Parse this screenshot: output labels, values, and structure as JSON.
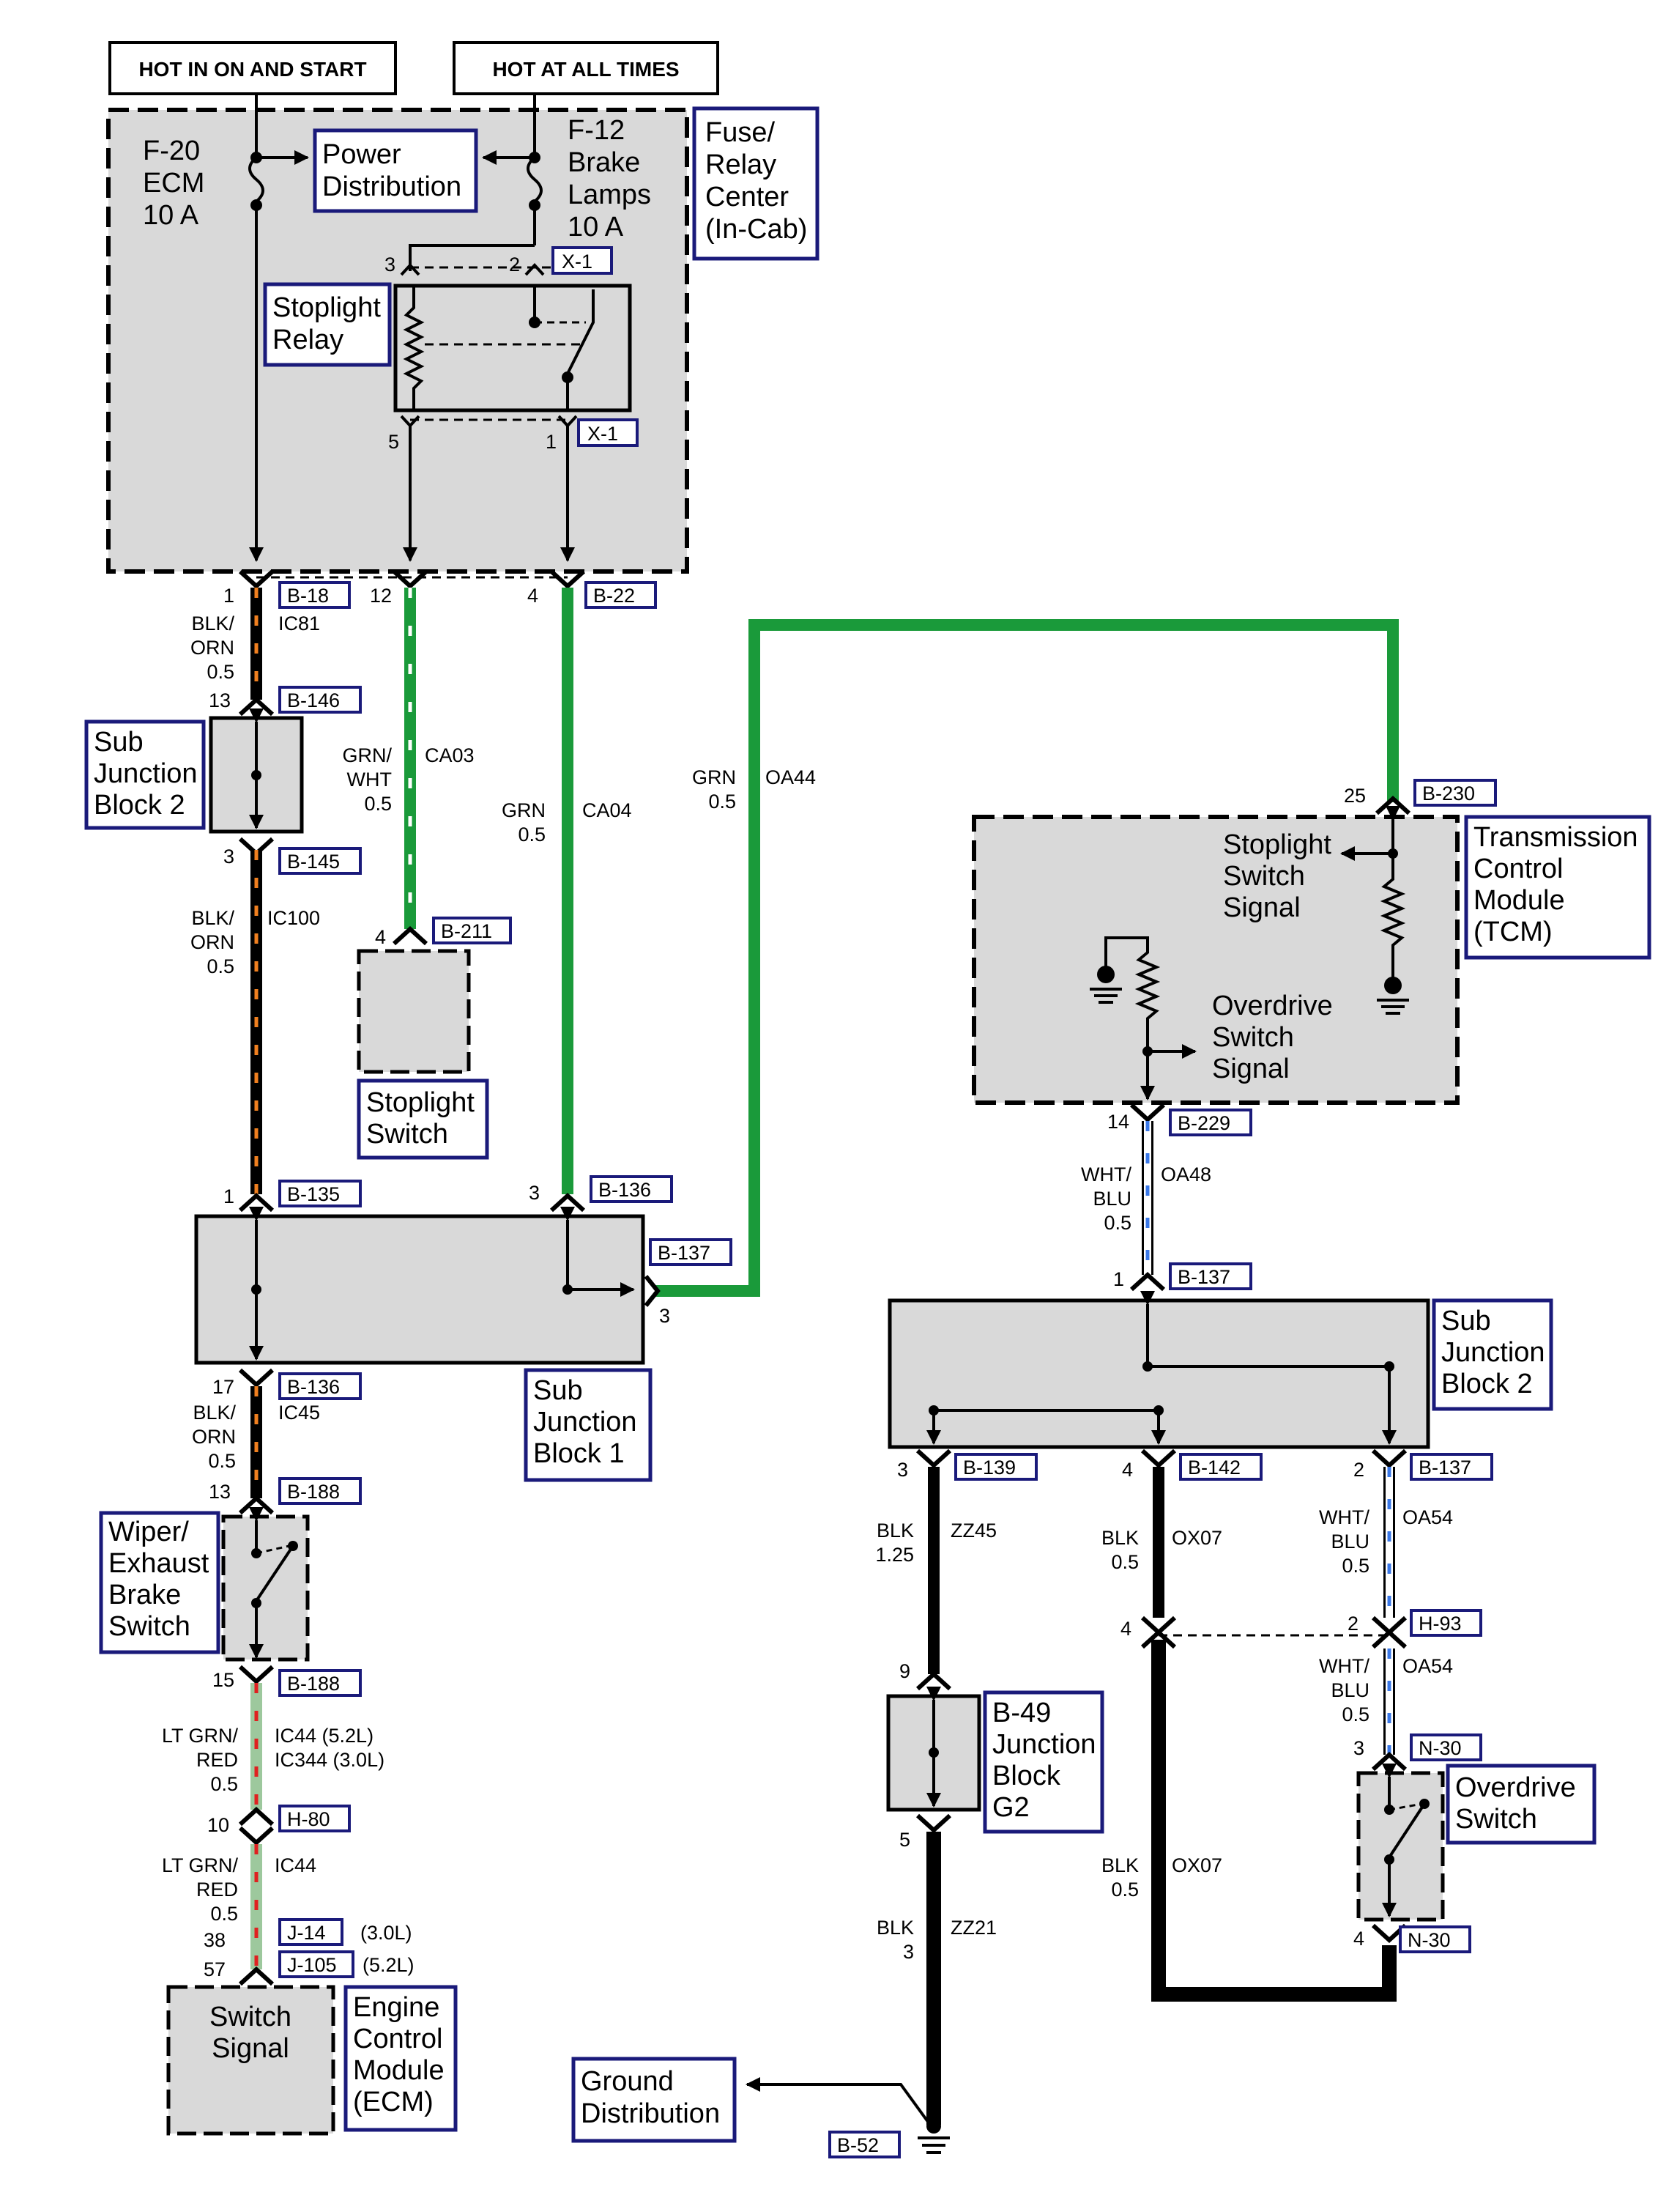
{
  "colors": {
    "module_fill": "#d9d9d9",
    "label_border": "#1a1a7a",
    "grn": "#1a9a3a",
    "orn": "#f08020",
    "blu": "#3a78e8",
    "red": "#e02020",
    "lt_grn": "#9dc89d",
    "blk": "#000000",
    "wht": "#ffffff"
  },
  "headers": {
    "hot_on_start": "HOT IN ON AND START",
    "hot_all_times": "HOT AT ALL TIMES"
  },
  "fuse_center": {
    "f20": [
      "F-20",
      "ECM",
      "10 A"
    ],
    "f12": [
      "F-12",
      "Brake",
      "Lamps",
      "10 A"
    ],
    "title": [
      "Fuse/",
      "Relay",
      "Center",
      "(In-Cab)"
    ],
    "power_dist": [
      "Power",
      "Distribution"
    ],
    "relay": [
      "Stoplight",
      "Relay"
    ],
    "x1_top": "X-1",
    "x1_bottom": "X-1",
    "pin_3": "3",
    "pin_2": "2",
    "pin_5": "5",
    "pin_1": "1"
  },
  "connectors": {
    "b18": "B-18",
    "b22": "B-22",
    "b146": "B-146",
    "b145": "B-145",
    "b211": "B-211",
    "b135": "B-135",
    "b136_top": "B-136",
    "b137_sj1": "B-137",
    "b136_bot": "B-136",
    "b188_top": "B-188",
    "b188_bot": "B-188",
    "h80": "H-80",
    "j14": "J-14",
    "j105": "J-105",
    "b230": "B-230",
    "b229": "B-229",
    "b137_sj2": "B-137",
    "b139": "B-139",
    "b142": "B-142",
    "b137_out": "B-137",
    "h93": "H-93",
    "n30_top": "N-30",
    "n30_bot": "N-30",
    "b52": "B-52"
  },
  "pins": {
    "p1": "1",
    "p12": "12",
    "p4": "4",
    "p13": "13",
    "p3": "3",
    "p4_211": "4",
    "p1_135": "1",
    "p3_136": "3",
    "p3_137": "3",
    "p17": "17",
    "p13_188": "13",
    "p15": "15",
    "p10": "10",
    "p38": "38",
    "p57": "57",
    "p25": "25",
    "p14": "14",
    "p1_137": "1",
    "p3_139": "3",
    "p4_142": "4",
    "p2_137": "2",
    "p9": "9",
    "p5": "5",
    "p4_mid": "4",
    "p2_h93": "2",
    "p3_n30": "3",
    "p4_n30": "4"
  },
  "wires": {
    "ic81": [
      "BLK/",
      "ORN",
      "0.5"
    ],
    "ic81_id": "IC81",
    "ca03": [
      "GRN/",
      "WHT",
      "0.5"
    ],
    "ca03_id": "CA03",
    "ca04": [
      "GRN",
      "0.5"
    ],
    "ca04_id": "CA04",
    "oa44": [
      "GRN",
      "0.5"
    ],
    "oa44_id": "OA44",
    "ic100": [
      "BLK/",
      "ORN",
      "0.5"
    ],
    "ic100_id": "IC100",
    "ic45": [
      "BLK/",
      "ORN",
      "0.5"
    ],
    "ic45_id": "IC45",
    "ic44a": [
      "LT GRN/",
      "RED",
      "0.5"
    ],
    "ic44a_id": [
      "IC44 (5.2L)",
      "IC344 (3.0L)"
    ],
    "ic44b": [
      "LT GRN/",
      "RED",
      "0.5"
    ],
    "ic44b_id": "IC44",
    "oa48": [
      "WHT/",
      "BLU",
      "0.5"
    ],
    "oa48_id": "OA48",
    "zz45": [
      "BLK",
      "1.25"
    ],
    "zz45_id": "ZZ45",
    "ox07a": [
      "BLK",
      "0.5"
    ],
    "ox07a_id": "OX07",
    "oa54a": [
      "WHT/",
      "BLU",
      "0.5"
    ],
    "oa54a_id": "OA54",
    "oa54b": [
      "WHT/",
      "BLU",
      "0.5"
    ],
    "oa54b_id": "OA54",
    "ox07b": [
      "BLK",
      "0.5"
    ],
    "ox07b_id": "OX07",
    "zz21": [
      "BLK",
      "3"
    ],
    "zz21_id": "ZZ21"
  },
  "engine_notes": {
    "j14": "(3.0L)",
    "j105": "(5.2L)"
  },
  "components": {
    "sjb2_left": [
      "Sub",
      "Junction",
      "Block 2"
    ],
    "stoplight_switch": [
      "Stoplight",
      "Switch"
    ],
    "sjb1": [
      "Sub",
      "Junction",
      "Block 1"
    ],
    "wiper": [
      "Wiper/",
      "Exhaust",
      "Brake",
      "Switch"
    ],
    "ecm_inner": [
      "Switch",
      "Signal"
    ],
    "ecm": [
      "Engine",
      "Control",
      "Module",
      "(ECM)"
    ],
    "tcm": [
      "Transmission",
      "Control",
      "Module",
      "(TCM)"
    ],
    "tcm_stoplight": [
      "Stoplight",
      "Switch",
      "Signal"
    ],
    "tcm_overdrive": [
      "Overdrive",
      "Switch",
      "Signal"
    ],
    "sjb2_right": [
      "Sub",
      "Junction",
      "Block 2"
    ],
    "b49": [
      "B-49",
      "Junction",
      "Block",
      "G2"
    ],
    "overdrive_switch": [
      "Overdrive",
      "Switch"
    ],
    "ground_dist": [
      "Ground",
      "Distribution"
    ]
  }
}
